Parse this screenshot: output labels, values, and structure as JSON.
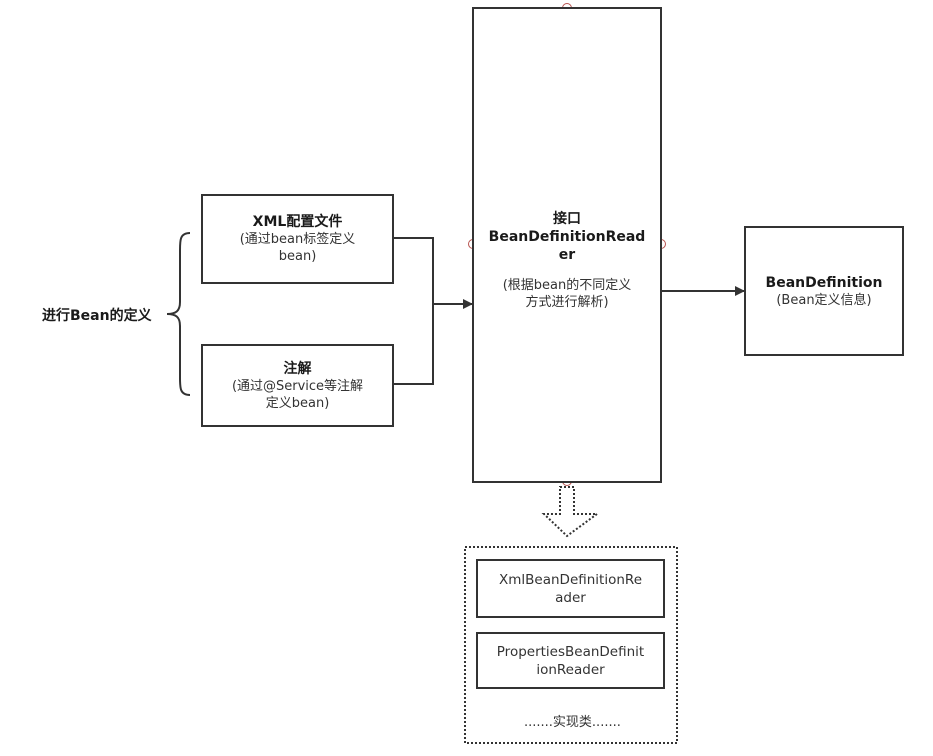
{
  "left_label": "进行Bean的定义",
  "xml_box": {
    "title": "XML配置文件",
    "sub_line1": "(通过bean标签定义",
    "sub_line2": "bean)"
  },
  "annotation_box": {
    "title": "注解",
    "sub_line1": "(通过@Service等注解",
    "sub_line2": "定义bean)"
  },
  "reader_box": {
    "title_line1": "接口",
    "title_line2": "BeanDefinitionRead",
    "title_line3": "er",
    "sub_line1": "(根据bean的不同定义",
    "sub_line2": "方式进行解析)"
  },
  "definition_box": {
    "title": "BeanDefinition",
    "sub": "(Bean定义信息)"
  },
  "implementations": {
    "xml_reader_line1": "XmlBeanDefinitionRe",
    "xml_reader_line2": "ader",
    "properties_reader_line1": "PropertiesBeanDefinit",
    "properties_reader_line2": "ionReader",
    "more": ".......实现类......."
  },
  "colors": {
    "stroke": "#333333",
    "handle": "#b85450",
    "background": "#ffffff"
  }
}
